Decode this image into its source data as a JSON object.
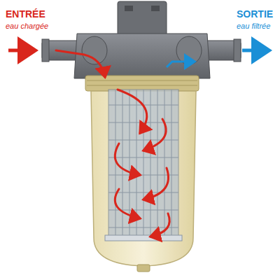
{
  "diagram": {
    "labels": [
      "ENTRÉE",
      "eau chargée",
      "SORTIE",
      "eau filtrée"
    ]
  }
}
